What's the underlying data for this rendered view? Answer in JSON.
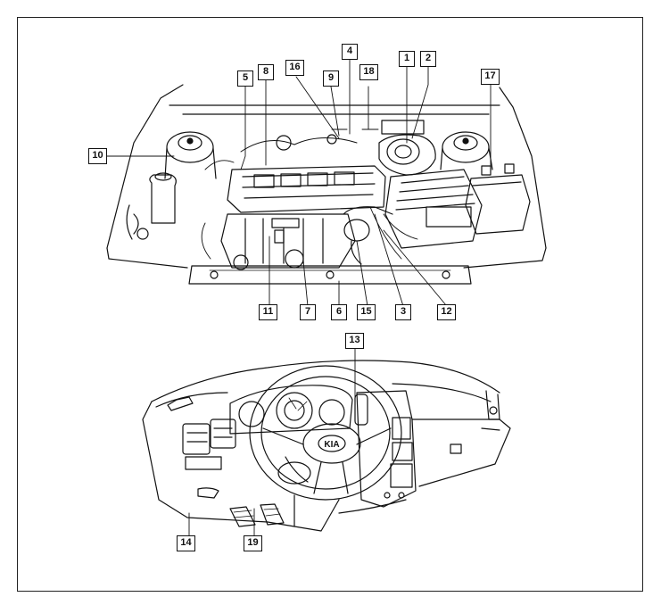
{
  "callouts": {
    "c1": "1",
    "c2": "2",
    "c3": "3",
    "c4": "4",
    "c5": "5",
    "c6": "6",
    "c7": "7",
    "c8": "8",
    "c9": "9",
    "c10": "10",
    "c11": "11",
    "c12": "12",
    "c13": "13",
    "c14": "14",
    "c15": "15",
    "c16": "16",
    "c17": "17",
    "c18": "18",
    "c19": "19"
  },
  "horn_logo": "KIA",
  "colors": {
    "ink": "#111111",
    "shade": "#9a9a9a",
    "paper": "#ffffff"
  }
}
